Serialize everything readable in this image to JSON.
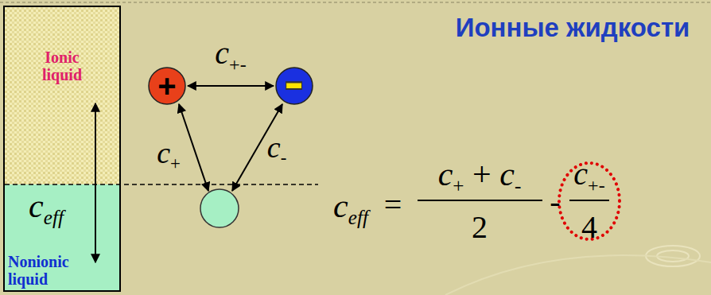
{
  "diagram": {
    "title": "Ионные жидкости",
    "nodes": [
      {
        "text": [
          "Ionic liquid"
        ]
      },
      {
        "text": [
          "Nonionic liquid"
        ]
      },
      {
        "text": [
          "+"
        ]
      },
      {
        "text": [
          "−"
        ]
      }
    ],
    "edges": [
      {
        "from": 2,
        "to": 3,
        "arrow": "both",
        "label": "c+-"
      }
    ],
    "labels": [
      "ceff",
      "c+",
      "c-",
      "ceff",
      "=",
      "c+ + c-",
      "2",
      "-",
      "c+-",
      "4"
    ]
  }
}
